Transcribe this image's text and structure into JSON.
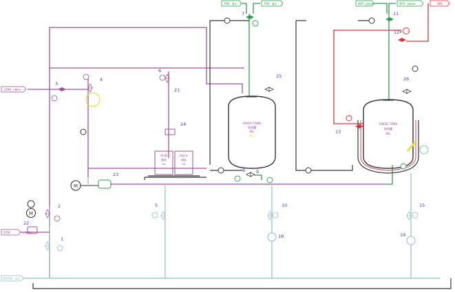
{
  "colors": {
    "purple": "#a0509a",
    "green": "#2e9e4f",
    "red": "#e03040",
    "teal": "#8fbfc4",
    "dark": "#333333",
    "blue_label": "#3a3ad0",
    "yellow": "#e8e040"
  },
  "inlets": {
    "pw1": "PW",
    "pw1_sub": "進水",
    "pw2": "PW",
    "pw2_sub": "進水",
    "wfi1": "WFI",
    "wfi1_sub": "注射用水",
    "wfi2": "WFI",
    "wfi2_sub": "注射用水",
    "air": "AIR"
  },
  "side_labels": {
    "cpw": "CPW",
    "cpw_sub": "工業PW",
    "steam": "STM",
    "steam_sub": "工業蒸汽",
    "drain": "DRAIN",
    "drain_sub": "排水"
  },
  "tags": [
    "1",
    "2",
    "3",
    "4",
    "5",
    "6",
    "7",
    "8",
    "9",
    "10",
    "11",
    "12",
    "13",
    "15",
    "18",
    "19",
    "21",
    "22",
    "23",
    "24",
    "25",
    "26"
  ],
  "tanks": {
    "wash": {
      "name": "WASH TANK",
      "line2": "清洗罐",
      "line3": "80L",
      "line4": "液位"
    },
    "rinse": {
      "name": "RINSE TANK",
      "line2": "淋洗罐",
      "line3": "80L"
    }
  },
  "chem_tanks": {
    "acid": {
      "name": "ACID",
      "line2": "酸液",
      "line3": "10L"
    },
    "alkali": {
      "name": "ALK.A",
      "line2": "碱液",
      "line3": "10L"
    }
  },
  "pump_label": "M",
  "motor_label": "M"
}
